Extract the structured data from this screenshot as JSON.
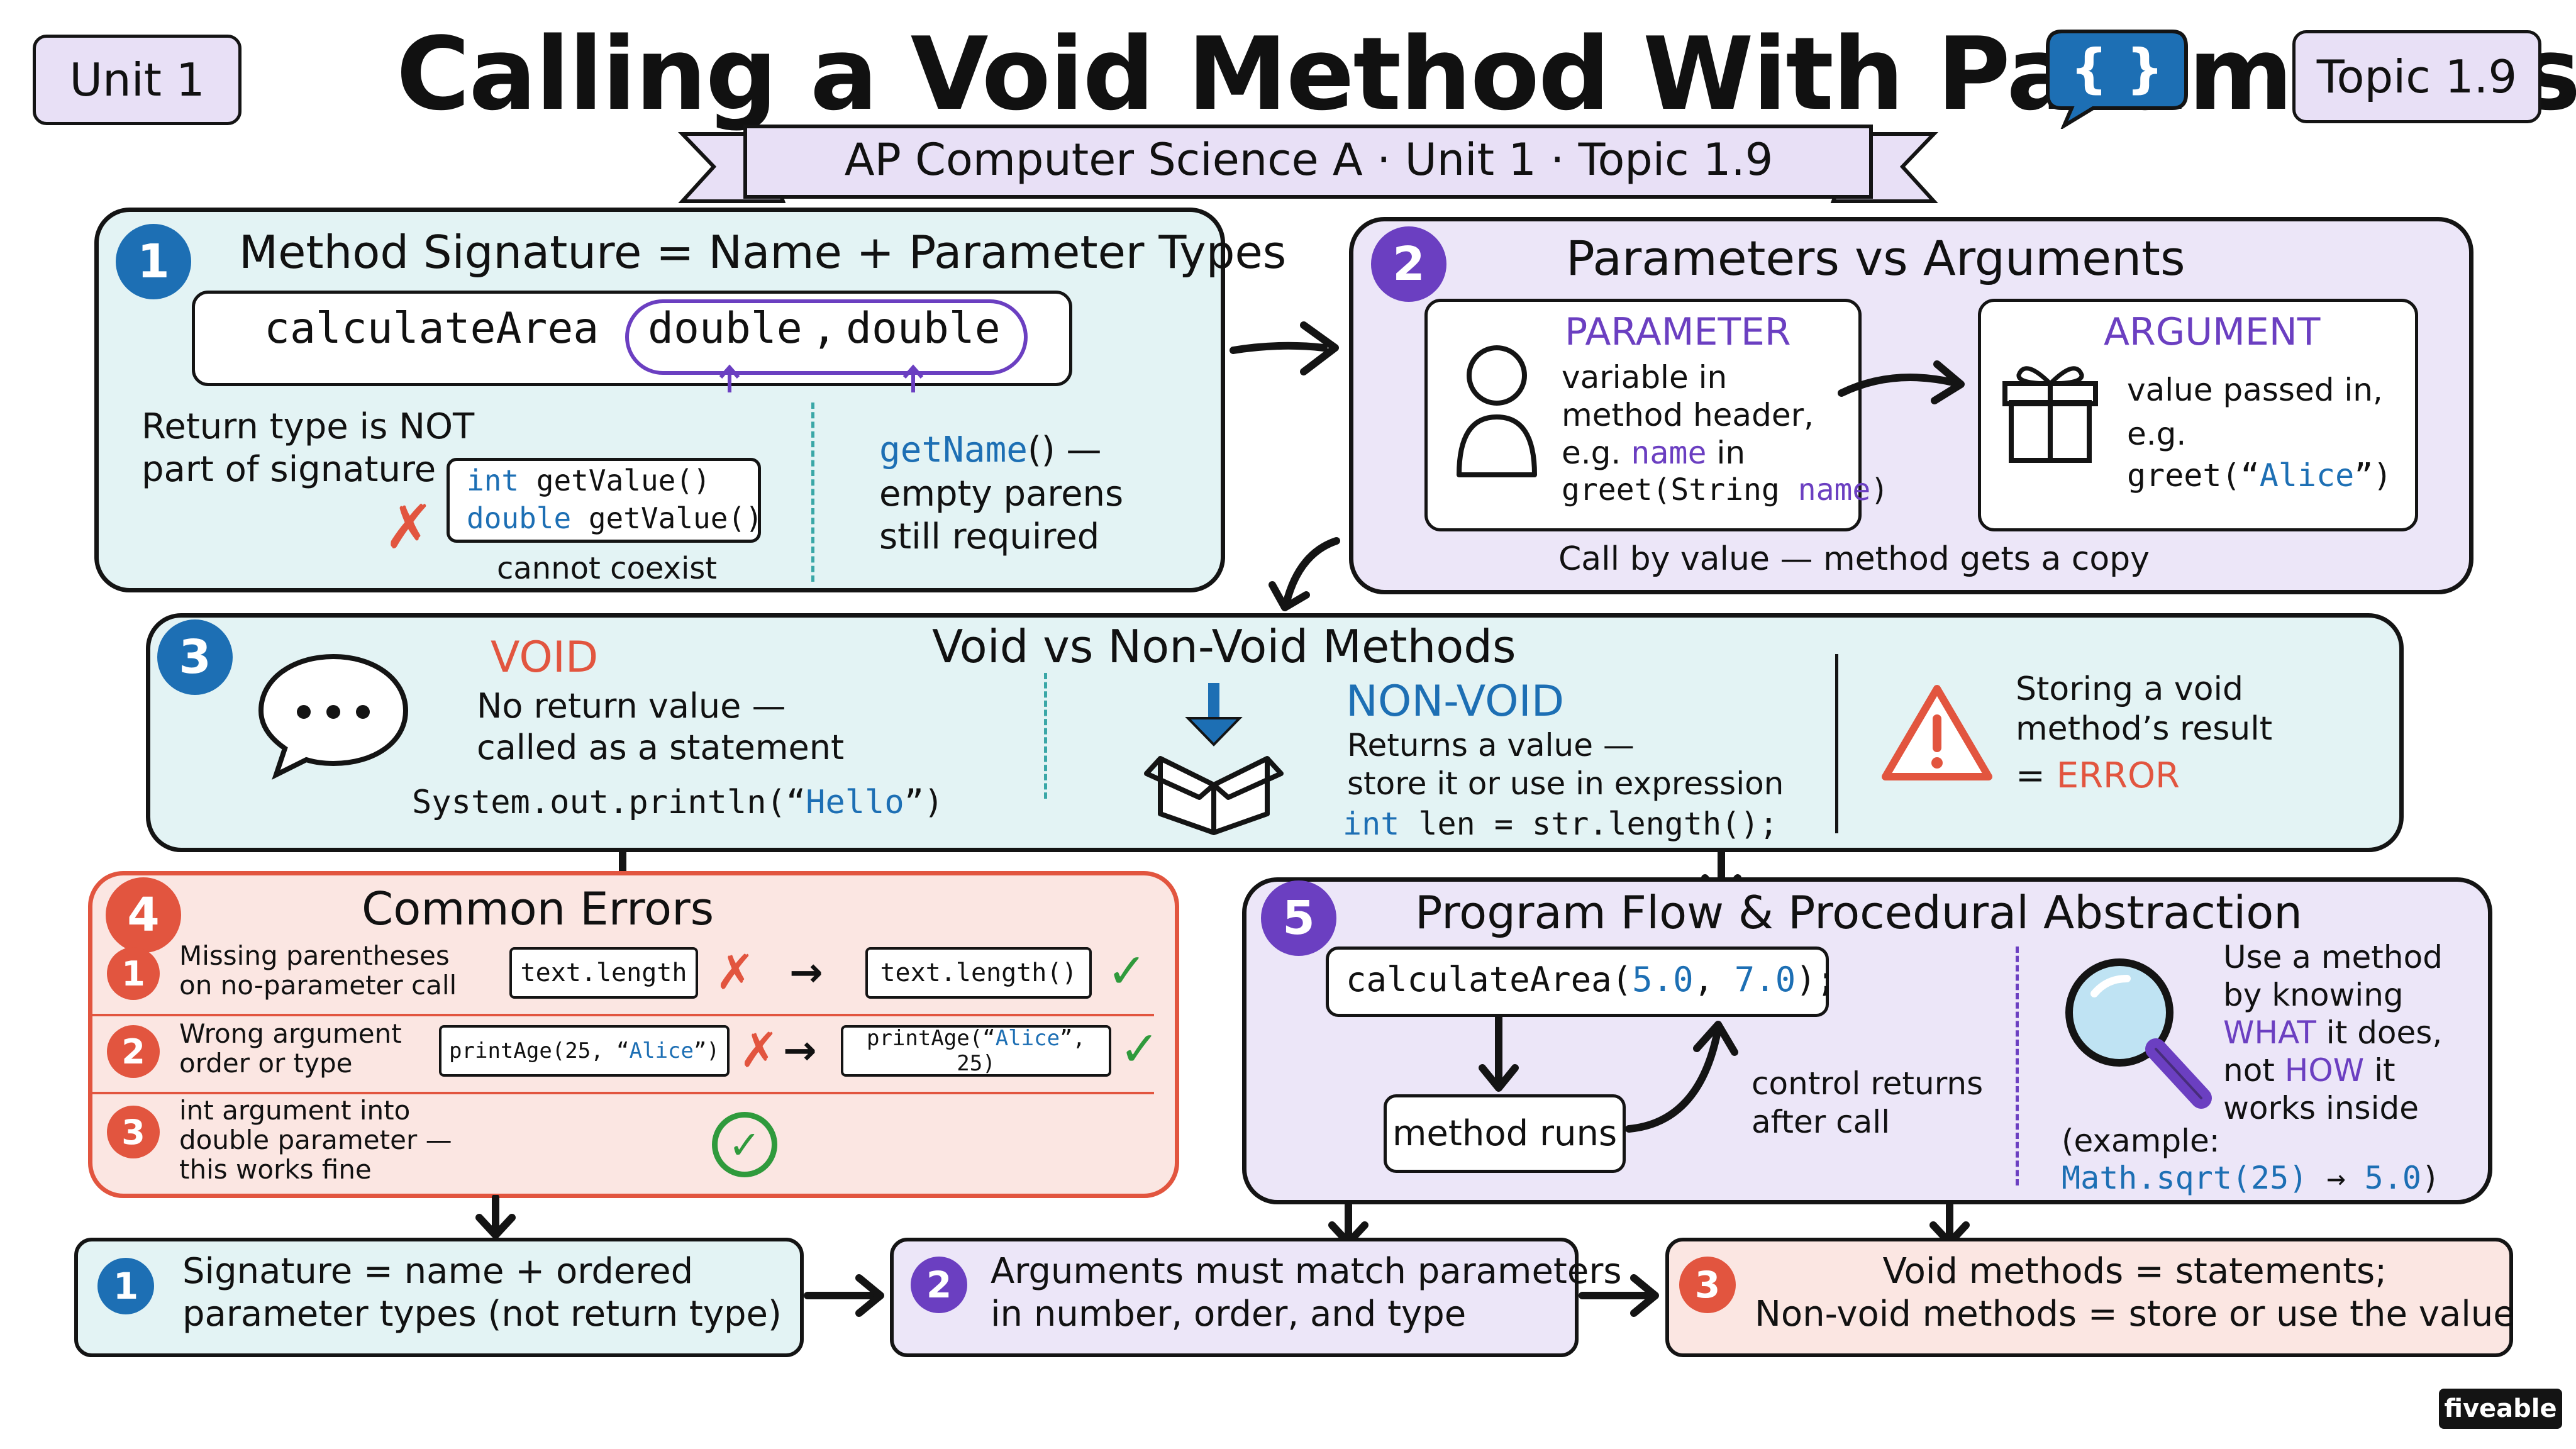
{
  "header": {
    "unit_tag": "Unit 1",
    "title": "Calling a Void Method With Parameters",
    "braces_glyph": "{ }",
    "topic_tag": "Topic 1.9",
    "subtitle": "AP Computer Science A · Unit 1 · Topic 1.9"
  },
  "colors": {
    "teal_bg": "#e3f3f4",
    "lavender_bg": "#ece6f8",
    "salmon_bg": "#fbe6e2",
    "blue": "#1d6fb4",
    "purple": "#6b3fc1",
    "red": "#e2553f",
    "green": "#2f9a3c"
  },
  "section1": {
    "number": "1",
    "title": "Method Signature = Name + Parameter Types",
    "sig_name": "calculateArea",
    "sig_param1": "double",
    "sig_sep": ",",
    "sig_param2": "double",
    "return_note": "Return type is NOT\npart of signature",
    "cross_glyph": "✗",
    "code_line1_type": "int",
    "code_line1_rest": " getValue()",
    "code_line2_type": "double",
    "code_line2_rest": " getValue()",
    "coexist_note": "cannot coexist",
    "getname_method": "getName",
    "getname_rest": "() —",
    "getname_note": "empty parens\nstill required"
  },
  "section2": {
    "number": "2",
    "title": "Parameters vs Arguments",
    "parameter_heading": "PARAMETER",
    "parameter_line1": "variable in",
    "parameter_line2": "method header,",
    "parameter_line3_pre": "e.g. ",
    "parameter_line3_name": "name",
    "parameter_line3_post": " in",
    "parameter_line4_pre": "greet(",
    "parameter_line4_type": "String",
    "parameter_line4_sp": " ",
    "parameter_line4_name": "name",
    "parameter_line4_post": ")",
    "argument_heading": "ARGUMENT",
    "argument_line1": "value passed in,",
    "argument_line2": "e.g.",
    "argument_line3_pre": "greet(“",
    "argument_line3_value": "Alice",
    "argument_line3_post": "”)",
    "footer": "Call by value — method gets a copy"
  },
  "section3": {
    "number": "3",
    "title": "Void vs Non-Void Methods",
    "void_heading": "VOID",
    "void_desc": "No return value —\ncalled as a statement",
    "void_code_pre": "System.out.println(“",
    "void_code_str": "Hello",
    "void_code_post": "”)",
    "nonvoid_heading": "NON-VOID",
    "nonvoid_desc": "Returns a value —\nstore it or use in expression",
    "nonvoid_code_type": "int",
    "nonvoid_code_rest": " len = str.length();",
    "warning_text": "Storing a void\nmethod’s result",
    "warning_eq": "= ",
    "warning_error": "ERROR"
  },
  "section4": {
    "number": "4",
    "title": "Common Errors",
    "rows": [
      {
        "number": "1",
        "label": "Missing parentheses\non no-parameter call",
        "wrong_pre": "text.length",
        "wrong_str": "",
        "wrong_post": "",
        "right_pre": "text.length()",
        "right_str": "",
        "right_post": ""
      },
      {
        "number": "2",
        "label": "Wrong argument\norder or type",
        "wrong_pre": "printAge(25, “",
        "wrong_str": "Alice",
        "wrong_post": "”)",
        "right_pre": "printAge(“",
        "right_str": "Alice",
        "right_post": "”, 25)"
      },
      {
        "number": "3",
        "label": "int argument into\ndouble parameter —\nthis works fine"
      }
    ],
    "x_glyph": "✗",
    "check_glyph": "✓",
    "arrow_glyph": "→"
  },
  "section5": {
    "number": "5",
    "title": "Program Flow & Procedural Abstraction",
    "call_pre": "calculateArea(",
    "call_arg1": "5.0",
    "call_sep": ", ",
    "call_arg2": "7.0",
    "call_post": ");",
    "method_runs": "method runs",
    "control_returns": "control returns\nafter call",
    "abs_line1": "Use a method",
    "abs_line2": "by knowing",
    "abs_what": "WHAT",
    "abs_what_post": " it does,",
    "abs_not": "not ",
    "abs_how": "HOW",
    "abs_how_post": " it",
    "abs_line5": "works inside",
    "example_label": "(example:",
    "example_code": "Math.sqrt(25)",
    "example_arrow": " → ",
    "example_result": "5.0",
    "example_close": ")"
  },
  "summary": [
    {
      "number": "1",
      "text": "Signature = name + ordered\nparameter types (not return type)"
    },
    {
      "number": "2",
      "text": "Arguments must match parameters\nin number, order, and type"
    },
    {
      "number": "3",
      "text": "Void methods = statements;\nNon-void methods = store or use the value"
    }
  ],
  "brand": "fiveable"
}
